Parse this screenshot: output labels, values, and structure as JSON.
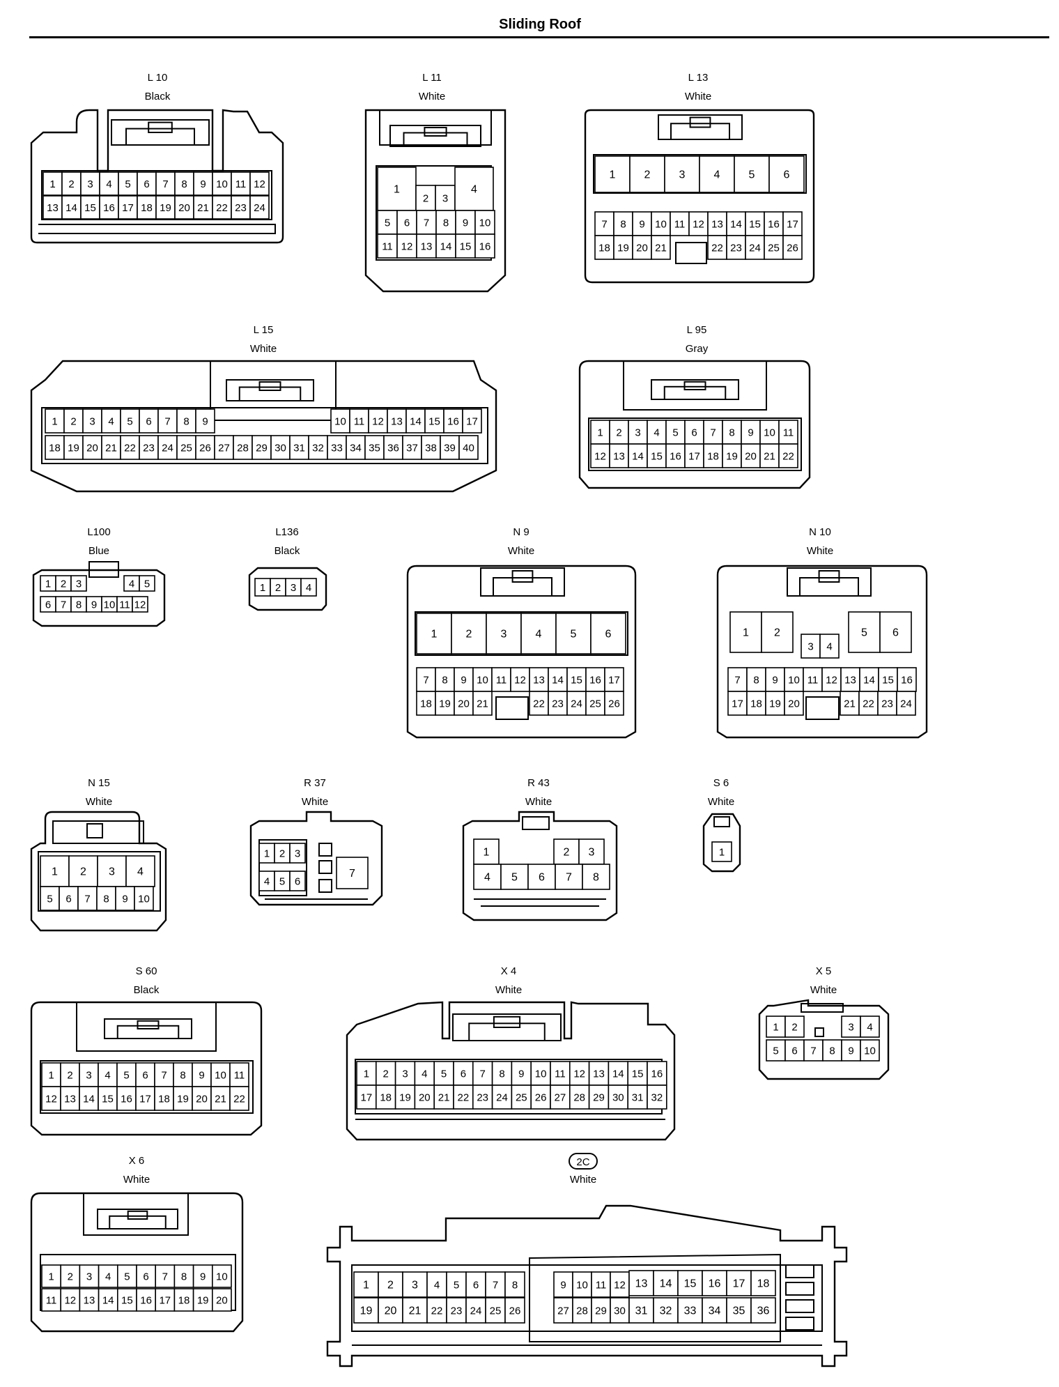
{
  "title": "Sliding Roof",
  "connectors": [
    {
      "id": "L 10",
      "color": "Black"
    },
    {
      "id": "L 11",
      "color": "White"
    },
    {
      "id": "L 13",
      "color": "White"
    },
    {
      "id": "L 15",
      "color": "White"
    },
    {
      "id": "L 95",
      "color": "Gray"
    },
    {
      "id": "L100",
      "color": "Blue"
    },
    {
      "id": "L136",
      "color": "Black"
    },
    {
      "id": "N 9",
      "color": "White"
    },
    {
      "id": "N 10",
      "color": "White"
    },
    {
      "id": "N 15",
      "color": "White"
    },
    {
      "id": "R 37",
      "color": "White"
    },
    {
      "id": "R 43",
      "color": "White"
    },
    {
      "id": "S 6",
      "color": "White"
    },
    {
      "id": "S 60",
      "color": "Black"
    },
    {
      "id": "X 4",
      "color": "White"
    },
    {
      "id": "X 5",
      "color": "White"
    },
    {
      "id": "X 6",
      "color": "White"
    },
    {
      "id": "2C",
      "color": "White"
    }
  ]
}
